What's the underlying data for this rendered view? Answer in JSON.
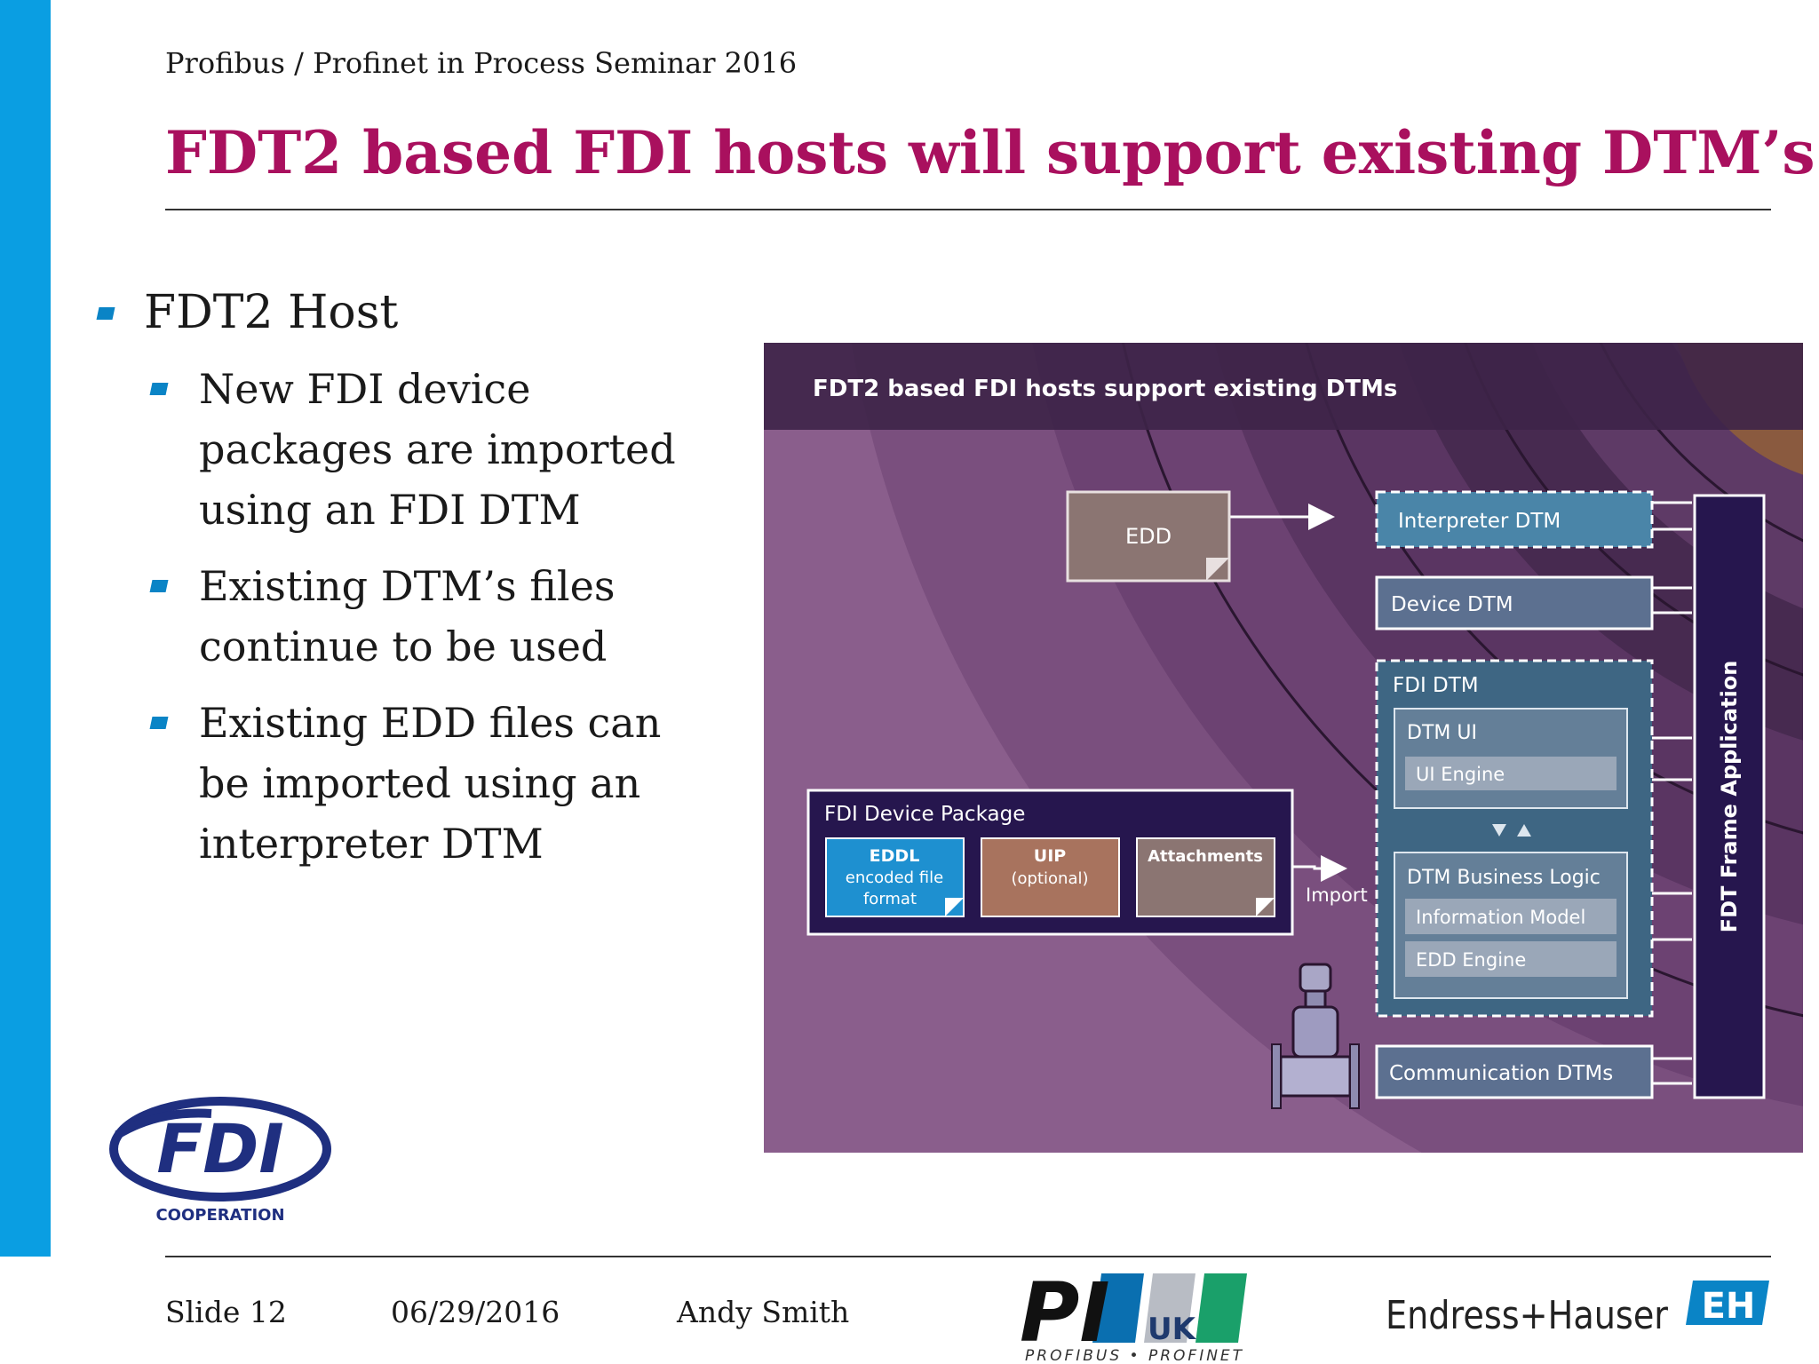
{
  "header": {
    "seminar": "Profibus / Profinet in Process Seminar 2016"
  },
  "title": "FDT2 based FDI hosts will support existing DTM’s",
  "bullets": {
    "main": "FDT2  Host",
    "subs": [
      "New FDI device packages are imported using an FDI DTM",
      "Existing DTM’s files continue to be used",
      "Existing EDD files can be imported using an interpreter DTM"
    ]
  },
  "diagram": {
    "title": "FDT2 based FDI hosts support existing DTMs",
    "edd": "EDD",
    "interpreter_dtm": "Interpreter DTM",
    "device_dtm": "Device DTM",
    "fdi_dtm": "FDI DTM",
    "dtm_ui": "DTM UI",
    "ui_engine": "UI Engine",
    "dtm_business_logic": "DTM Business Logic",
    "information_model": "Information Model",
    "edd_engine": "EDD Engine",
    "communication_dtms": "Communication DTMs",
    "frame_application": "FDT Frame Application",
    "device_package": "FDI Device Package",
    "eddl_title": "EDDL",
    "eddl_line1": "encoded file",
    "eddl_line2": "format",
    "uip_title": "UIP",
    "uip_sub": "(optional)",
    "attachments": "Attachments",
    "import": "Import"
  },
  "logos": {
    "fdi_text": "FDI",
    "fdi_sub": "COOPERATION",
    "pi_text": "PI",
    "pi_uk": "UK",
    "pi_sub": "PROFIBUS • PROFINET",
    "eh_text": "Endress+Hauser",
    "eh_mark": "EH"
  },
  "footer": {
    "slide": "Slide 12",
    "date": "06/29/2016",
    "author": "Andy Smith"
  },
  "colors": {
    "accent_blue": "#0a9ee2",
    "title_magenta": "#a9105e",
    "diagram_dark": "#2c1a4a",
    "dtm_blue": "#4a85a8"
  }
}
